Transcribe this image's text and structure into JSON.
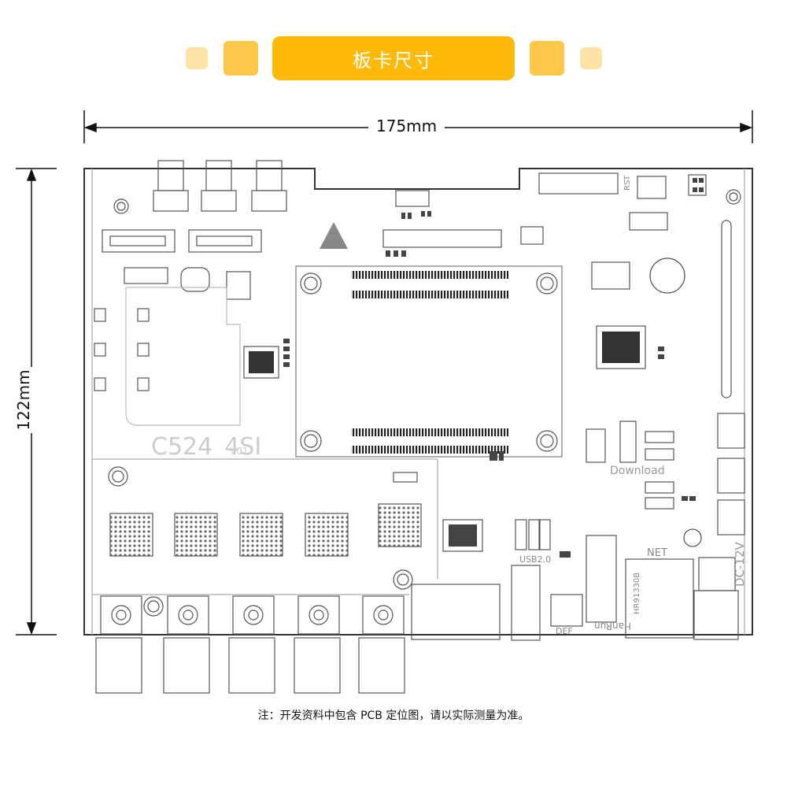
{
  "header": {
    "title": "板卡尺寸"
  },
  "dimensions": {
    "width": "175mm",
    "height": "122mm"
  },
  "board": {
    "silkscreen_name": "C524_4SI",
    "silkscreen_version": "V01",
    "labels": {
      "rst": "RST",
      "download": "Download",
      "usb": "USB2.0",
      "net": "NET",
      "dc": "DC-12V",
      "def": "DEF",
      "hanrun": "HanRun",
      "part": "HR91330B"
    }
  },
  "footer": {
    "note": "注：开发资料中包含 PCB 定位图，请以实际测量为准。"
  },
  "colors": {
    "accent": "#FFB909",
    "accent_light": "#FFC84A",
    "accent_pale": "#FFE3A6",
    "line": "#333333"
  }
}
